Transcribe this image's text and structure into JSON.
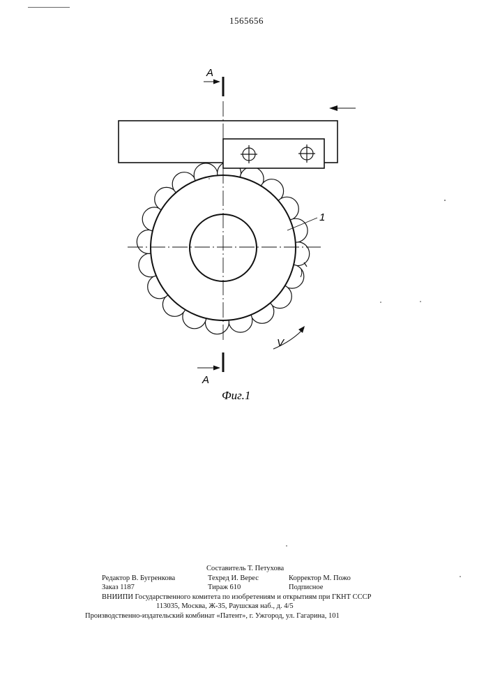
{
  "document": {
    "patent_number": "1565656",
    "figure": {
      "section_label_top": "A",
      "section_label_bottom": "A",
      "part_label": "1",
      "velocity_label": "V",
      "caption": "Фиг.1"
    },
    "footer": {
      "compiler": "Составитель Т. Петухова",
      "editor": "Редактор В. Бугренкова",
      "techred": "Техред И. Верес",
      "corrector": "Корректор М. Пожо",
      "order": "Заказ 1187",
      "circulation": "Тираж 610",
      "subscription": "Подписное",
      "institute": "ВНИИПИ Государственного комитета по изобретениям и открытиям при ГКНТ СССР",
      "address": "113035, Москва, Ж-35, Раушская наб., д. 4/5",
      "publisher": "Производственно-издательский комбинат «Патент», г. Ужгород, ул. Гагарина, 101"
    }
  }
}
